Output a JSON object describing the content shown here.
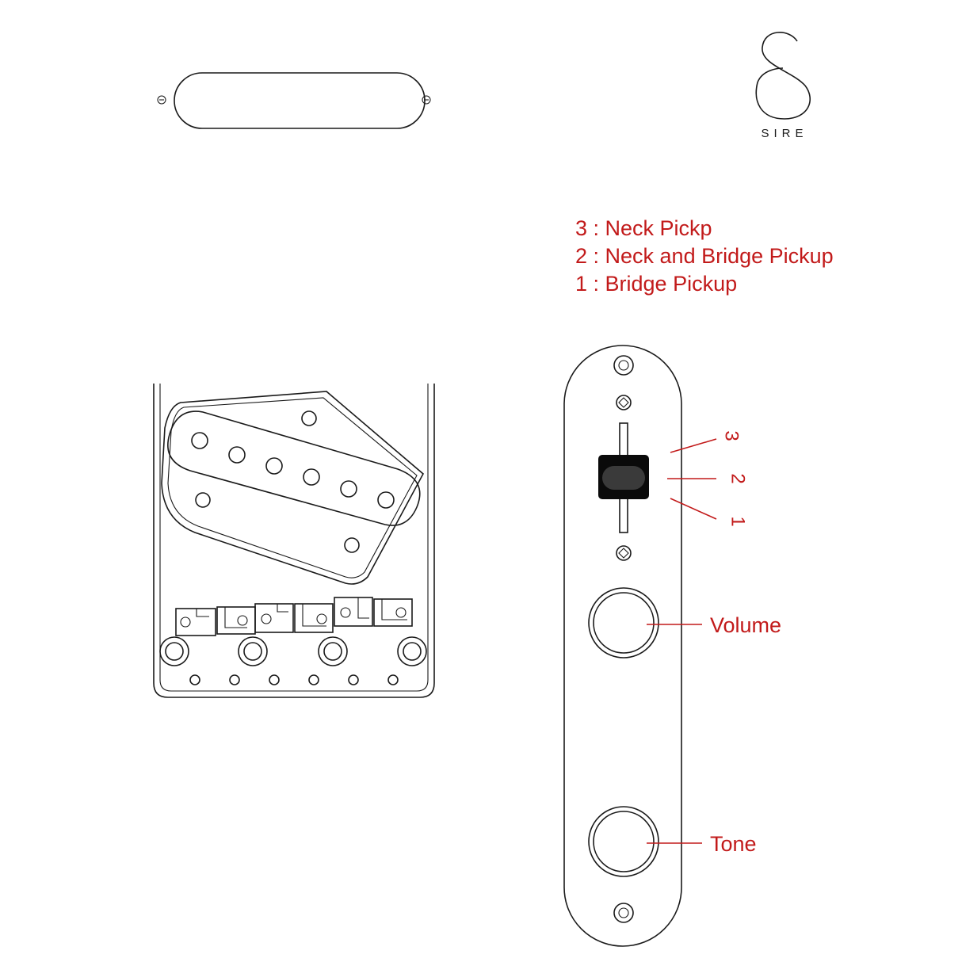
{
  "brand": {
    "name": "SIRE",
    "logo_icon": "sire-s-logo-icon"
  },
  "legend": {
    "items": [
      {
        "label": "3 : Neck Pickp"
      },
      {
        "label": "2 : Neck and Bridge Pickup"
      },
      {
        "label": "1 : Bridge Pickup"
      }
    ]
  },
  "switch_positions": [
    "3",
    "2",
    "1"
  ],
  "callouts": {
    "volume": "Volume",
    "tone": "Tone"
  },
  "colors": {
    "line": "#1a1a1a",
    "annotation": "#c21a1a",
    "switch_tip": "#3a3a3a"
  },
  "parts": {
    "neck_pickup_cover": "neck-pickup-cover",
    "bridge_plate": "bridge-plate",
    "control_plate": "control-plate"
  }
}
